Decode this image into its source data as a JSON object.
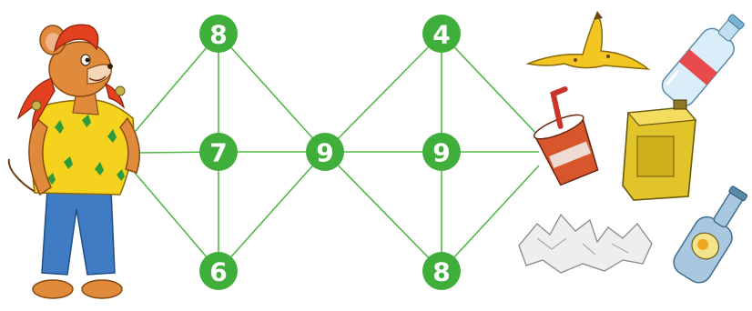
{
  "puzzle": {
    "nodes": [
      {
        "id": "left-top",
        "label": "8"
      },
      {
        "id": "left-middle",
        "label": "7"
      },
      {
        "id": "left-bottom",
        "label": "6"
      },
      {
        "id": "center",
        "label": "9"
      },
      {
        "id": "right-top",
        "label": "4"
      },
      {
        "id": "right-middle",
        "label": "9"
      },
      {
        "id": "right-bottom",
        "label": "8"
      }
    ],
    "colors": {
      "node_fill": "#3fae3a",
      "node_text": "#ffffff",
      "edge": "#52b848"
    }
  },
  "illustrations": {
    "character": "mouse-girl-character",
    "trash_items": [
      "banana-peel-icon",
      "plastic-bottle-icon",
      "soda-cup-icon",
      "oil-can-icon",
      "crumpled-paper-icon",
      "glass-bottle-icon"
    ]
  }
}
